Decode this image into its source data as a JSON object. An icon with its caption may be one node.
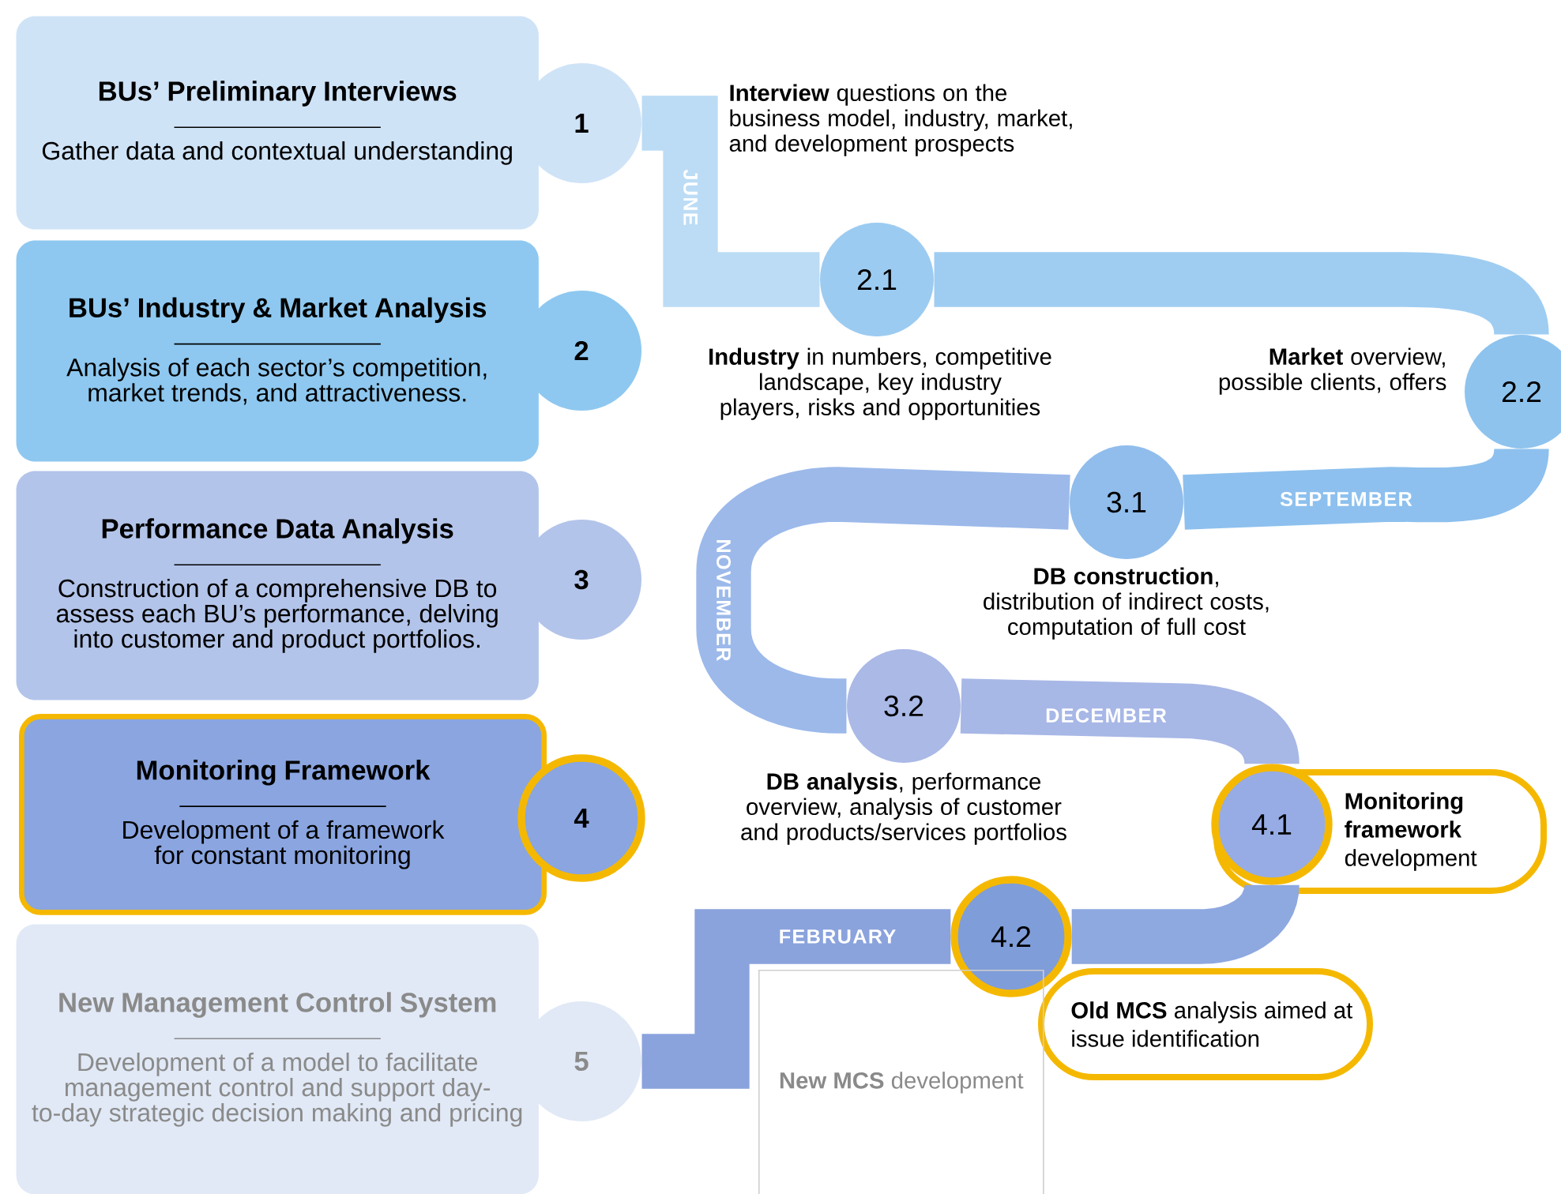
{
  "diagram": {
    "nodes": [
      {
        "text": [
          "BUs’ Preliminary Interviews",
          "Gather data and contextual understanding"
        ]
      },
      {
        "text": [
          "BUs’ Industry & Market Analysis",
          "Analysis of each sector’s competition, market trends, and attractiveness."
        ]
      },
      {
        "text": [
          "Performance Data Analysis",
          "Construction of a comprehensive DB to assess each BU’s performance, delving into customer and product portfolios."
        ]
      },
      {
        "text": [
          "Monitoring Framework",
          "Development of a framework for constant monitoring"
        ]
      },
      {
        "text": [
          "New Management Control System",
          "Development of a model to facilitate management control and support day-to-day strategic decision making and pricing"
        ]
      },
      {
        "text": [
          "1"
        ]
      },
      {
        "text": [
          "2"
        ]
      },
      {
        "text": [
          "3"
        ]
      },
      {
        "text": [
          "4"
        ]
      },
      {
        "text": [
          "5"
        ]
      },
      {
        "text": [
          "2.1"
        ]
      },
      {
        "text": [
          "2.2"
        ]
      },
      {
        "text": [
          "3.1"
        ]
      },
      {
        "text": [
          "3.2"
        ]
      },
      {
        "text": [
          "**Monitoring framework** development"
        ]
      },
      {
        "text": [
          "4.1"
        ],
        "in": 14
      },
      {
        "text": [
          "4.2"
        ]
      },
      {
        "text": [
          "**Old MCS** analysis aimed at issue identification"
        ]
      },
      {
        "text": [
          "**New MCS** development"
        ]
      }
    ],
    "edges": [
      {
        "from": 5,
        "to": 10,
        "arrow": "none"
      },
      {
        "from": 10,
        "to": 11,
        "arrow": "none"
      },
      {
        "from": 11,
        "to": 12,
        "arrow": "none"
      },
      {
        "from": 12,
        "to": 13,
        "arrow": "none"
      },
      {
        "from": 13,
        "to": 15,
        "arrow": "none"
      },
      {
        "from": 15,
        "to": 16,
        "arrow": "none"
      },
      {
        "from": 16,
        "to": 9,
        "arrow": "none"
      }
    ],
    "labels": [
      "**Interview** questions on the business model, industry, market, and development prospects",
      "JUNE",
      "**Industry** in numbers, competitive landscape, key industry players, risks and opportunities",
      "**Market** overview, possible clients, offers",
      "SEPTEMBER",
      "NOVEMBER",
      "**DB construction**, distribution of indirect costs, computation of full cost",
      "DECEMBER",
      "**DB analysis**, performance overview, analysis of customer and products/services portfolios",
      "FEBRUARY"
    ]
  }
}
